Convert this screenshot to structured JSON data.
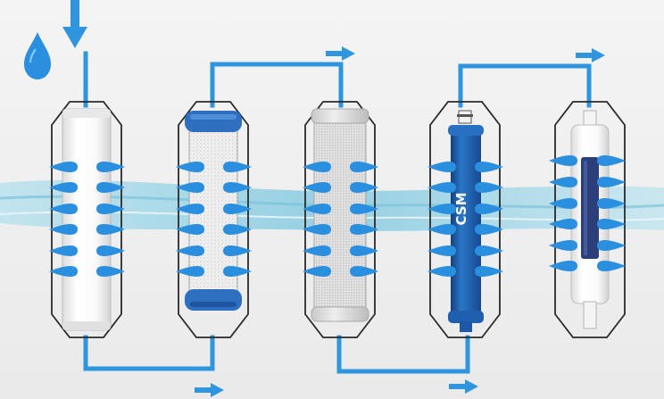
{
  "diagram": {
    "stages": [
      {
        "id": "stage-1",
        "kind": "sediment-cartridge"
      },
      {
        "id": "stage-2",
        "kind": "granular-carbon-cartridge"
      },
      {
        "id": "stage-3",
        "kind": "carbon-block-cartridge"
      },
      {
        "id": "stage-4",
        "kind": "ro-membrane",
        "label": "CSM"
      },
      {
        "id": "stage-5",
        "kind": "inline-post-filter"
      }
    ],
    "icons": {
      "water_drop": "water-drop-icon",
      "flow_arrow": "arrow-icon"
    },
    "colors": {
      "flow": "#2f95df",
      "drop": "#2b8fe0",
      "membrane": "#1f5fb0",
      "cap_blue": "#2f6fc0",
      "background_top": "#f3f3f3",
      "background_bottom": "#ececec",
      "housing_outline": "#2a2a2a"
    }
  }
}
